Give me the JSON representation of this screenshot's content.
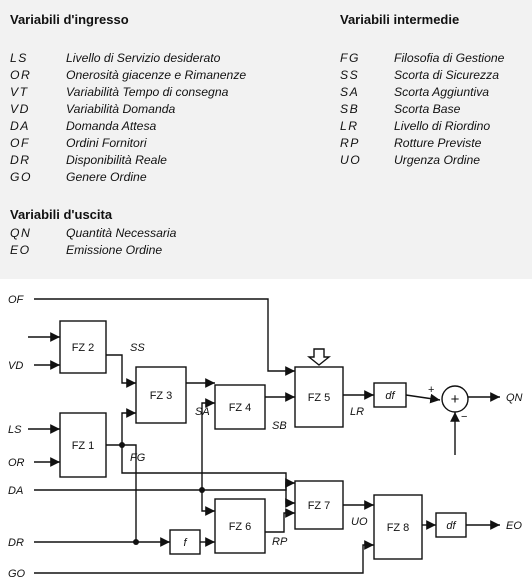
{
  "input_section": {
    "title": "Variabili d'ingresso",
    "items": [
      {
        "abbr": "LS",
        "desc": "Livello di Servizio desiderato"
      },
      {
        "abbr": "OR",
        "desc": "Onerosità giacenze e Rimanenze"
      },
      {
        "abbr": "VT",
        "desc": "Variabilità Tempo di consegna"
      },
      {
        "abbr": "VD",
        "desc": "Variabilità Domanda"
      },
      {
        "abbr": "DA",
        "desc": "Domanda Attesa"
      },
      {
        "abbr": "OF",
        "desc": "Ordini Fornitori"
      },
      {
        "abbr": "DR",
        "desc": "Disponibilità Reale"
      },
      {
        "abbr": "GO",
        "desc": "Genere Ordine"
      }
    ]
  },
  "intermediate_section": {
    "title": "Variabili intermedie",
    "items": [
      {
        "abbr": "FG",
        "desc": "Filosofia di Gestione"
      },
      {
        "abbr": "SS",
        "desc": "Scorta di Sicurezza"
      },
      {
        "abbr": "SA",
        "desc": "Scorta Aggiuntiva"
      },
      {
        "abbr": "SB",
        "desc": "Scorta Base"
      },
      {
        "abbr": "LR",
        "desc": "Livello di Riordino"
      },
      {
        "abbr": "RP",
        "desc": "Rotture Previste"
      },
      {
        "abbr": "UO",
        "desc": "Urgenza Ordine"
      }
    ]
  },
  "output_section": {
    "title": "Variabili d'uscita",
    "items": [
      {
        "abbr": "QN",
        "desc": "Quantità Necessaria"
      },
      {
        "abbr": "EO",
        "desc": "Emissione Ordine"
      }
    ]
  },
  "diagram": {
    "blocks": {
      "fz1": "FZ 1",
      "fz2": "FZ 2",
      "fz3": "FZ 3",
      "fz4": "FZ 4",
      "fz5": "FZ 5",
      "fz6": "FZ 6",
      "fz7": "FZ 7",
      "fz8": "FZ 8",
      "df1": "df",
      "df2": "df",
      "f": "f"
    },
    "inputs": {
      "of": "OF",
      "vd": "VD",
      "ls": "LS",
      "or": "OR",
      "da": "DA",
      "dr": "DR",
      "go": "GO"
    },
    "signals": {
      "ss": "SS",
      "sa": "SA",
      "sb": "SB",
      "lr": "LR",
      "fg": "FG",
      "rp": "RP",
      "uo": "UO"
    },
    "outputs": {
      "qn": "QN",
      "eo": "EO"
    },
    "sum": {
      "symbol": "+",
      "plus": "+",
      "minus": "−"
    }
  }
}
